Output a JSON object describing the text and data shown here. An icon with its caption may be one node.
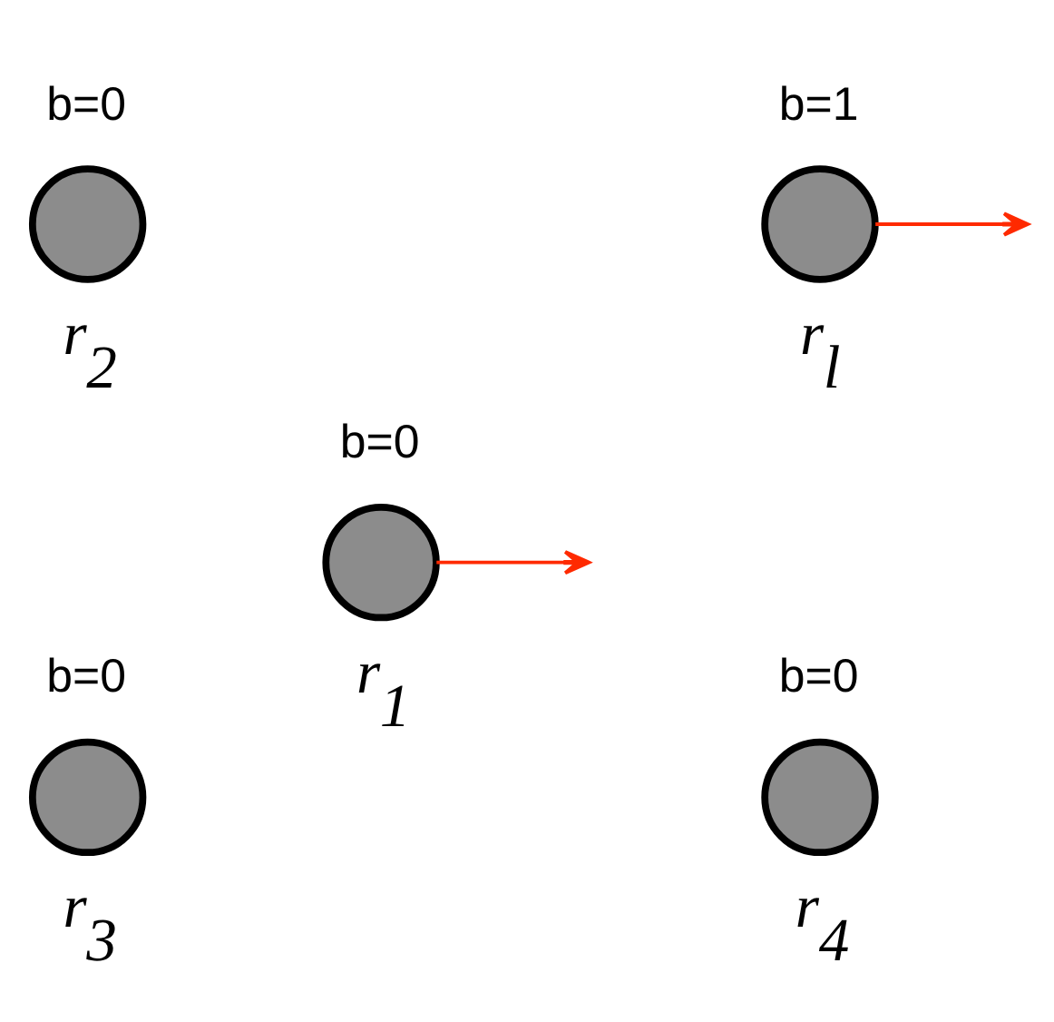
{
  "diagram": {
    "nodes": [
      {
        "text": [],
        "shape": "circle",
        "beside": [
          "b=0",
          "r$_{2}$"
        ]
      },
      {
        "text": [],
        "shape": "circle",
        "beside": [
          "b=1",
          "r$_{l}$"
        ]
      },
      {
        "text": [],
        "shape": "circle",
        "beside": [
          "b=0",
          "r$_{1}$"
        ]
      },
      {
        "text": [],
        "shape": "circle",
        "beside": [
          "b=0",
          "r$_{3}$"
        ]
      },
      {
        "text": [],
        "shape": "circle",
        "beside": [
          "b=0",
          "r$_{4}$"
        ]
      }
    ],
    "edges": [
      {
        "from": 1,
        "to": null,
        "arrow": "to",
        "color": "#ff2a00"
      },
      {
        "from": 2,
        "to": null,
        "arrow": "to",
        "color": "#ff2a00"
      }
    ]
  }
}
